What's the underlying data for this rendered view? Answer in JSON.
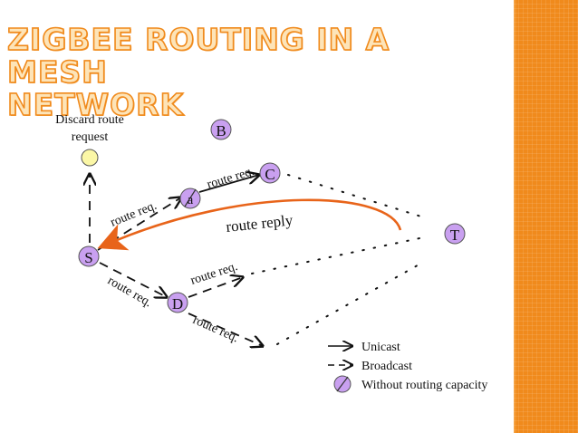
{
  "slide": {
    "title_line1": "ZIGBEE ROUTING IN A MESH",
    "title_line2": "NETWORK",
    "colors": {
      "accent": "#f08a1c",
      "title_fill": "#fde4b8",
      "node_fill": "#c9a0f0",
      "discard_node_fill": "#fbf7a6",
      "reply_arrow": "#e8641a"
    }
  },
  "diagram": {
    "discard_label_line1": "Discard route",
    "discard_label_line2": "request",
    "nodes": {
      "S": "S",
      "A": "a",
      "B": "B",
      "C": "C",
      "D": "D",
      "T": "T"
    },
    "edge_labels": {
      "s_to_a": "route req.",
      "a_to_c": "route req.",
      "s_to_d": "route req.",
      "d_upper": "route req.",
      "d_lower": "route req.",
      "reply": "route reply"
    }
  },
  "legend": {
    "unicast": "Unicast",
    "broadcast": "Broadcast",
    "no_routing": "Without routing capacity"
  }
}
